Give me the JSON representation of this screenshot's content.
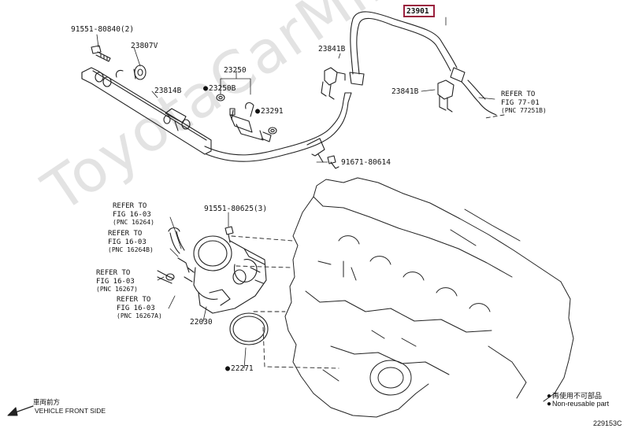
{
  "watermark": "ToyotaCarMine.ru",
  "labels": {
    "p_91551_80840": "91551-80840(2)",
    "p_23807v": "23807V",
    "p_23814b": "23814B",
    "p_23250": "23250",
    "p_23250b": "23250B",
    "p_23291": "23291",
    "p_23841b_left": "23841B",
    "p_23841b_right": "23841B",
    "p_23901": "23901",
    "p_91671_80614": "91671-80614",
    "p_91551_80625": "91551-80625(3)",
    "p_22030": "22030",
    "p_22271": "22271"
  },
  "refs": {
    "fig77": {
      "line1": "REFER TO",
      "line2": "FIG 77-01",
      "line3": "(PNC 77251B)"
    },
    "fig16_a": {
      "line1": "REFER TO",
      "line2": "FIG 16-03",
      "line3": "(PNC 16264)"
    },
    "fig16_b": {
      "line1": "REFER TO",
      "line2": "FIG 16-03",
      "line3": "(PNC 16264B)"
    },
    "fig16_c": {
      "line1": "REFER TO",
      "line2": "FIG 16-03",
      "line3": "(PNC 16267)"
    },
    "fig16_d": {
      "line1": "REFER TO",
      "line2": "FIG 16-03",
      "line3": "(PNC 16267A)"
    }
  },
  "legend": {
    "jp": "再使用不可部品",
    "en": "Non-reusable part"
  },
  "vehicle_front": {
    "jp": "車両前方",
    "en": "VEHICLE FRONT SIDE"
  },
  "figure_code": "229153C",
  "colors": {
    "highlight": "#9a1f3d",
    "line": "#222222",
    "watermark": "#e3e3e3"
  }
}
